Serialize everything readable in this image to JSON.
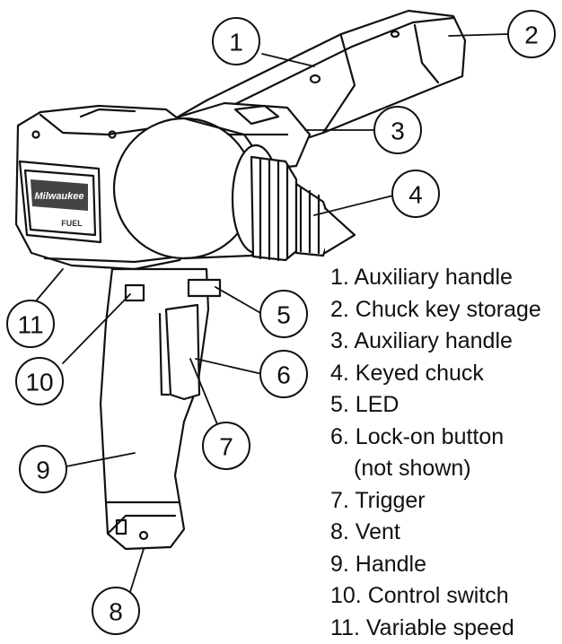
{
  "callouts": [
    "1",
    "2",
    "3",
    "4",
    "5",
    "6",
    "7",
    "8",
    "9",
    "10",
    "11"
  ],
  "legend": [
    {
      "text": "1.  Auxiliary handle"
    },
    {
      "text": "2.  Chuck key storage"
    },
    {
      "text": "3. Auxiliary handle"
    },
    {
      "text": "4.  Keyed chuck"
    },
    {
      "text": "5. LED"
    },
    {
      "text": "6. Lock-on button",
      "sub": "(not shown)"
    },
    {
      "text": "7. Trigger"
    },
    {
      "text": "8.  Vent"
    },
    {
      "text": "9. Handle"
    },
    {
      "text": "10. Control switch"
    },
    {
      "text": "11. Variable speed"
    }
  ],
  "logo_text": "Milwaukee",
  "model_text": "FUEL"
}
